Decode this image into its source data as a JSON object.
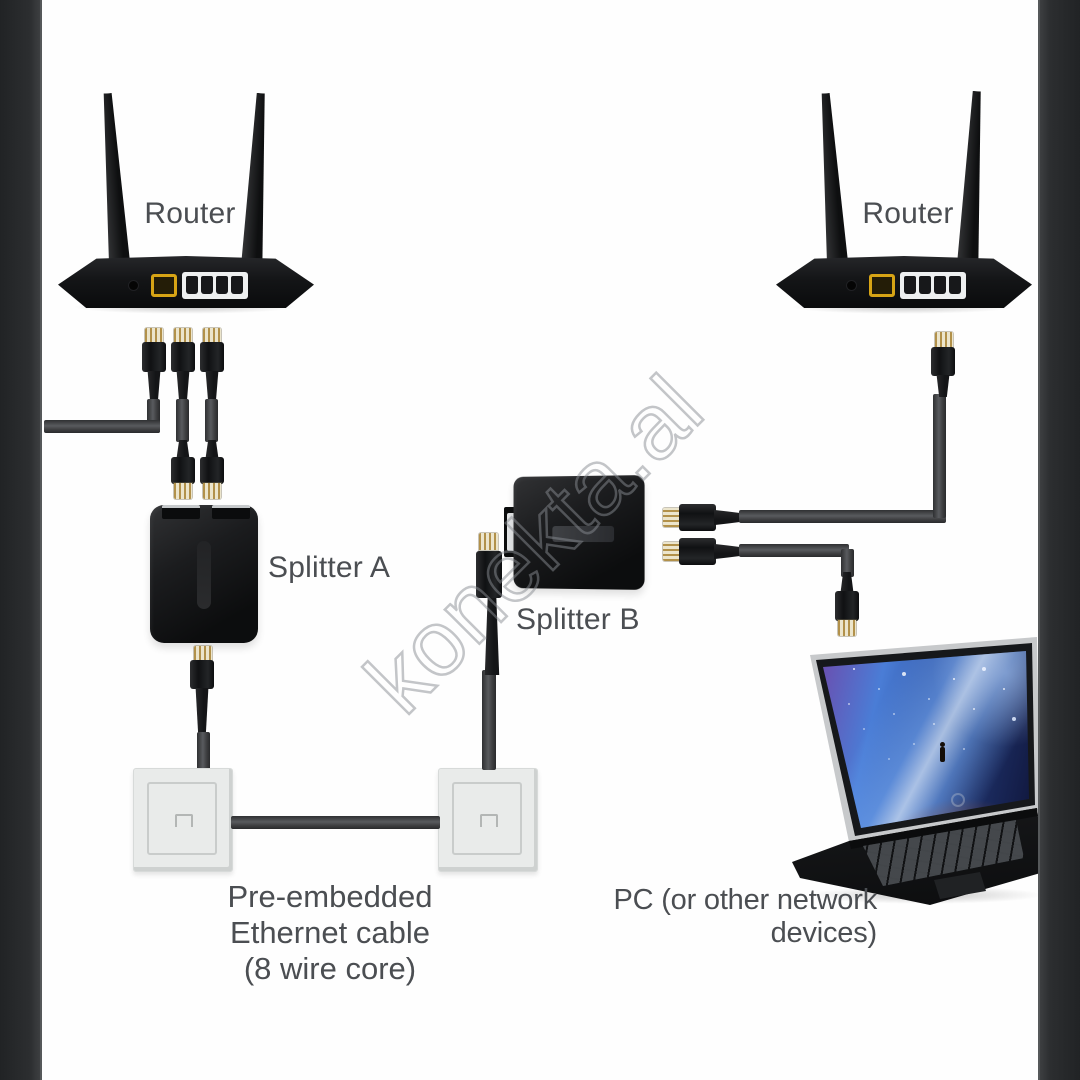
{
  "watermark": {
    "text": "konekta.al"
  },
  "labels": {
    "router_left": "Router",
    "router_right": "Router",
    "splitter_a": "Splitter A",
    "splitter_b": "Splitter B"
  },
  "captions": {
    "embedded_cable": [
      "Pre-embedded",
      "Ethernet cable",
      "(8 wire core)"
    ],
    "pc": [
      "PC (or other network",
      "devices)"
    ]
  },
  "icons": {
    "wall_plate_port": "ethernet-jack-outline",
    "splitter_brand": "embossed-logo-mark",
    "laptop_brand": "round-logo-mark"
  },
  "colors": {
    "frame_bar": "#2a2c2e",
    "background": "#fefefe",
    "label_text": "#4b4e52",
    "device_black": "#141517",
    "wan_port_yellow": "#d7a415",
    "cable_gray": "#46474a",
    "wall_plate_gray": "#e9ebea",
    "connector_gold": "#cdb878"
  }
}
